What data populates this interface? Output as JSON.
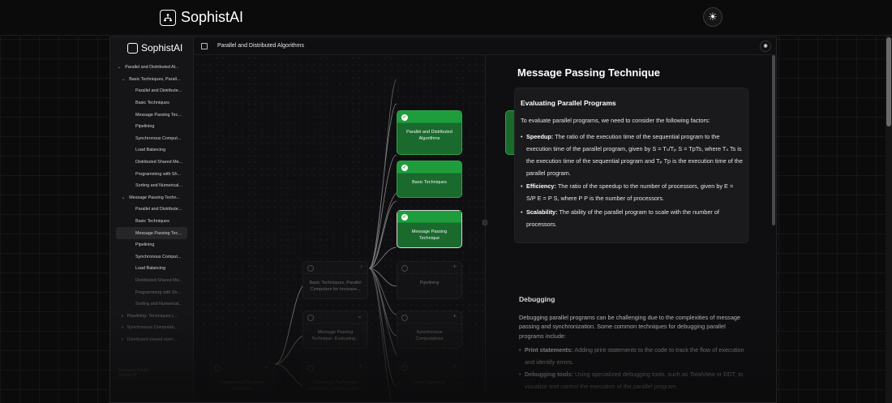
{
  "app": {
    "brand": "SophistAI",
    "theme_icon": "sun-icon"
  },
  "window": {
    "brand": "SophistAI",
    "header_title": "Parallel and Distributed Algorithms",
    "settings_icon": "gear-icon"
  },
  "sidebar": {
    "items": [
      {
        "label": "Parallel and Distributed Al..."
      },
      {
        "label": "Basic Techniques, Parall..."
      },
      {
        "label": "Parallel and Distribute..."
      },
      {
        "label": "Basic Techniques"
      },
      {
        "label": "Message Passing Tec..."
      },
      {
        "label": "Pipelining"
      },
      {
        "label": "Synchronous Comput..."
      },
      {
        "label": "Load Balancing"
      },
      {
        "label": "Distributed Shared Me..."
      },
      {
        "label": "Programming with Sh..."
      },
      {
        "label": "Sorting and Numerical..."
      },
      {
        "label": "Message Passing Techn..."
      },
      {
        "label": "Parallel and Distribute..."
      },
      {
        "label": "Basic Techniques"
      },
      {
        "label": "Message Passing Tec..."
      },
      {
        "label": "Pipelining"
      },
      {
        "label": "Synchronous Comput..."
      },
      {
        "label": "Load Balancing"
      },
      {
        "label": "Distributed Shared Me..."
      },
      {
        "label": "Programming with Sh..."
      },
      {
        "label": "Sorting and Numerical..."
      },
      {
        "label": "Pipelining- Techniques (..."
      },
      {
        "label": "Synchronous Computati..."
      },
      {
        "label": "Distributed shared mem..."
      }
    ],
    "footer": [
      "Research Details",
      "Sophist AI"
    ]
  },
  "graph": {
    "nodes": [
      {
        "label": "Parallel and Distributed Algorithms",
        "state": "done"
      },
      {
        "label": "Basic Techniques",
        "state": "done"
      },
      {
        "label": "Message Passing Technique",
        "state": "current"
      },
      {
        "label": "Basic Techniques, Parallel Computers for Increase...",
        "action": "›"
      },
      {
        "label": "Pipelining",
        "action": "+"
      },
      {
        "label": "Message Passing Technique- Evaluating...",
        "action": "⌄"
      },
      {
        "label": "Synchronous Computations",
        "action": "+"
      },
      {
        "label": "Parallel and Distribute Algorithms",
        "action": "⌄"
      },
      {
        "label": "Pipelining- Techniques computing platform, pipel...",
        "action": "+"
      },
      {
        "label": "Load Balancing",
        "action": "+"
      }
    ]
  },
  "content": {
    "title": "Message Passing Technique",
    "card": {
      "title": "Evaluating Parallel Programs",
      "intro": "To evaluate parallel programs, we need to consider the following factors:",
      "bullets": [
        {
          "term": "Speedup:",
          "text": "The ratio of the execution time of the sequential program to the execution time of the parallel program, given by S = Tₛ/Tₚ S = TpTs, where Tₛ Ts is the execution time of the sequential program and Tₚ Tp is the execution time of the parallel program."
        },
        {
          "term": "Efficiency:",
          "text": "The ratio of the speedup to the number of processors, given by E = S/P E = P S, where P P is the number of processors."
        },
        {
          "term": "Scalability:",
          "text": "The ability of the parallel program to scale with the number of processors."
        }
      ]
    },
    "section": {
      "title": "Debugging",
      "body": "Debugging parallel programs can be challenging due to the complexities of message passing and synchronization. Some common techniques for debugging parallel programs include:",
      "bullets": [
        {
          "term": "Print statements:",
          "text": "Adding print statements to the code to track the flow of execution and identify errors."
        },
        {
          "term": "Debugging tools:",
          "text": "Using specialized debugging tools, such as TotalView or DDT, to visualize and control the execution of the parallel program."
        }
      ]
    }
  }
}
